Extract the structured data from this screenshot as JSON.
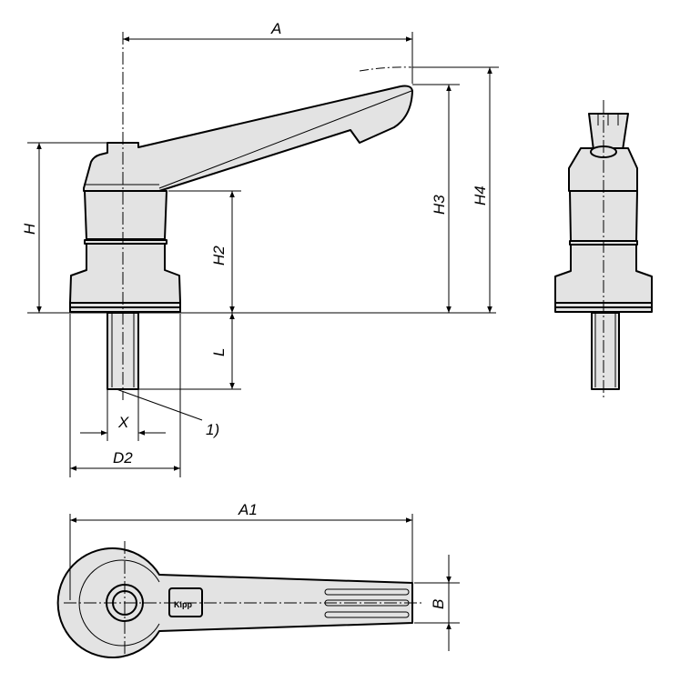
{
  "drawing": {
    "dimensions": {
      "A": "A",
      "A1": "A1",
      "H": "H",
      "H2": "H2",
      "H3": "H3",
      "H4": "H4",
      "L": "L",
      "X": "X",
      "D2": "D2",
      "B": "B",
      "note": "1)"
    },
    "logo_text": "Kipp",
    "colors": {
      "part_fill": "#e3e3e3",
      "line": "#000000"
    }
  }
}
